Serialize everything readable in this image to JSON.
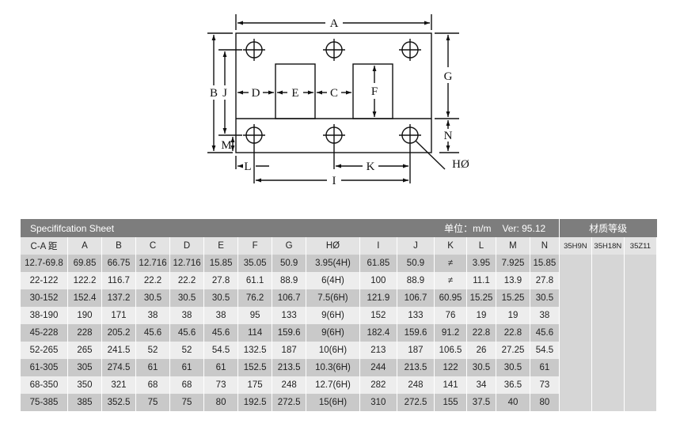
{
  "diagram": {
    "labels": {
      "A": "A",
      "B": "B",
      "J": "J",
      "M": "M",
      "D": "D",
      "E": "E",
      "C": "C",
      "F": "F",
      "G": "G",
      "N": "N",
      "L": "L",
      "K": "K",
      "I": "I",
      "H": "HØ"
    }
  },
  "table": {
    "title": "Specififcation Sheet",
    "unit": "单位：m/m",
    "version": "Ver: 95.12",
    "material_title": "材质等级",
    "columns": [
      "C-A 距",
      "A",
      "B",
      "C",
      "D",
      "E",
      "F",
      "G",
      "HØ",
      "I",
      "J",
      "K",
      "L",
      "M",
      "N"
    ],
    "material_columns": [
      "35H9N",
      "35H18N",
      "35Z11"
    ],
    "rows": [
      [
        "12.7-69.8",
        "69.85",
        "66.75",
        "12.716",
        "12.716",
        "15.85",
        "35.05",
        "50.9",
        "3.95(4H)",
        "61.85",
        "50.9",
        "≠",
        "3.95",
        "7.925",
        "15.85"
      ],
      [
        "22-122",
        "122.2",
        "116.7",
        "22.2",
        "22.2",
        "27.8",
        "61.1",
        "88.9",
        "6(4H)",
        "100",
        "88.9",
        "≠",
        "11.1",
        "13.9",
        "27.8"
      ],
      [
        "30-152",
        "152.4",
        "137.2",
        "30.5",
        "30.5",
        "30.5",
        "76.2",
        "106.7",
        "7.5(6H)",
        "121.9",
        "106.7",
        "60.95",
        "15.25",
        "15.25",
        "30.5"
      ],
      [
        "38-190",
        "190",
        "171",
        "38",
        "38",
        "38",
        "95",
        "133",
        "9(6H)",
        "152",
        "133",
        "76",
        "19",
        "19",
        "38"
      ],
      [
        "45-228",
        "228",
        "205.2",
        "45.6",
        "45.6",
        "45.6",
        "114",
        "159.6",
        "9(6H)",
        "182.4",
        "159.6",
        "91.2",
        "22.8",
        "22.8",
        "45.6"
      ],
      [
        "52-265",
        "265",
        "241.5",
        "52",
        "52",
        "54.5",
        "132.5",
        "187",
        "10(6H)",
        "213",
        "187",
        "106.5",
        "26",
        "27.25",
        "54.5"
      ],
      [
        "61-305",
        "305",
        "274.5",
        "61",
        "61",
        "61",
        "152.5",
        "213.5",
        "10.3(6H)",
        "244",
        "213.5",
        "122",
        "30.5",
        "30.5",
        "61"
      ],
      [
        "68-350",
        "350",
        "321",
        "68",
        "68",
        "73",
        "175",
        "248",
        "12.7(6H)",
        "282",
        "248",
        "141",
        "34",
        "36.5",
        "73"
      ],
      [
        "75-385",
        "385",
        "352.5",
        "75",
        "75",
        "80",
        "192.5",
        "272.5",
        "15(6H)",
        "310",
        "272.5",
        "155",
        "37.5",
        "40",
        "80"
      ]
    ]
  }
}
